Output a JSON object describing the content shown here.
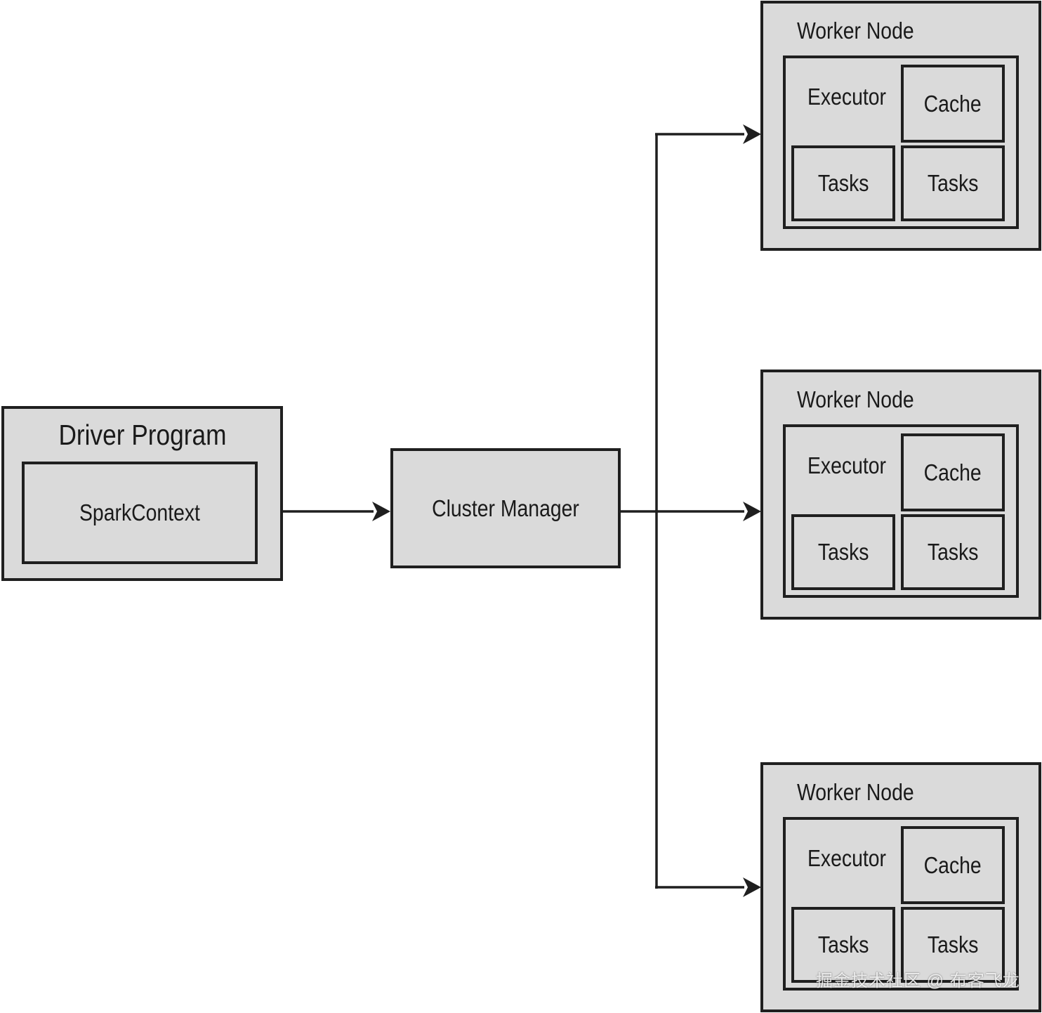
{
  "driver": {
    "title": "Driver Program",
    "context": "SparkContext"
  },
  "cluster_manager": {
    "label": "Cluster Manager"
  },
  "worker_nodes": [
    {
      "title": "Worker Node",
      "executor": "Executor",
      "cache": "Cache",
      "tasks": [
        "Tasks",
        "Tasks"
      ]
    },
    {
      "title": "Worker Node",
      "executor": "Executor",
      "cache": "Cache",
      "tasks": [
        "Tasks",
        "Tasks"
      ]
    },
    {
      "title": "Worker Node",
      "executor": "Executor",
      "cache": "Cache",
      "tasks": [
        "Tasks",
        "Tasks"
      ]
    }
  ],
  "watermark": "掘金技术社区 @ 布客飞龙",
  "colors": {
    "box_fill": "#dadada",
    "stroke": "#1f1f1f",
    "background": "#ffffff"
  }
}
